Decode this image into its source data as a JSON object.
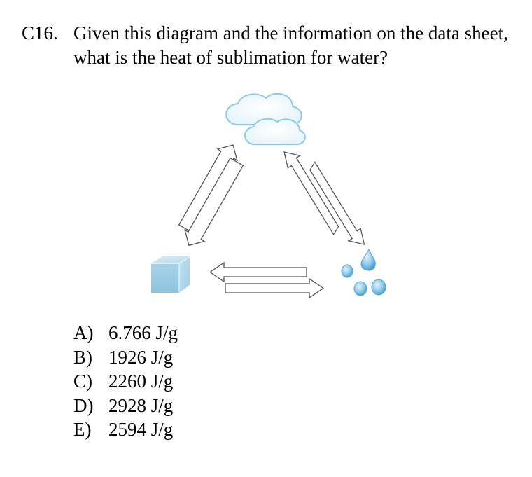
{
  "question": {
    "number": "C16.",
    "text": "Given this diagram and the information on the data sheet, what is the heat of sublimation for water?"
  },
  "diagram": {
    "icons": [
      "cloud-icon",
      "ice-cube-icon",
      "water-droplets-icon"
    ],
    "colors": {
      "ice": "#a9d2e6",
      "cloud_outline": "#8ccbe8",
      "water": "#5aa8d8"
    }
  },
  "choices": [
    {
      "letter": "A)",
      "text": "6.766 J/g"
    },
    {
      "letter": "B)",
      "text": "1926 J/g"
    },
    {
      "letter": "C)",
      "text": "2260 J/g"
    },
    {
      "letter": "D)",
      "text": "2928 J/g"
    },
    {
      "letter": "E)",
      "text": "2594 J/g"
    }
  ]
}
